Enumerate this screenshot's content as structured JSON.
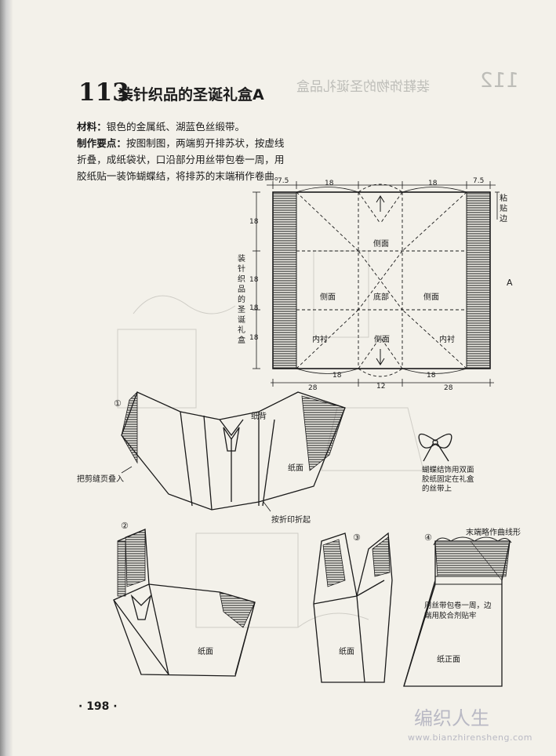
{
  "header": {
    "number": "113",
    "title": "装针织品的圣诞礼盒",
    "title_suffix": "A"
  },
  "ghost": {
    "number": "112",
    "title": "装鞋饰物的圣诞礼品盒"
  },
  "description": {
    "materials_label": "材料：",
    "materials": "银色的金属纸、湖蓝色丝缎带。",
    "method_label": "制作要点：",
    "method": "按图制图，两端剪开排苏状，按虚线折叠，成纸袋状，口沿部分用丝带包卷一周，用胶纸贴一装饰蝴蝶结，将排苏的末端稍作卷曲。"
  },
  "pattern": {
    "top_dims": [
      "7.5",
      "18",
      "18",
      "7.5"
    ],
    "left_dims": [
      "18",
      "18",
      "18",
      "18"
    ],
    "bottom_dims": [
      "28",
      "18",
      "12",
      "18",
      "28"
    ],
    "side_caption": "装针织品的圣诞礼盒",
    "glue_edge": "粘贴边",
    "label_a": "A",
    "panels": {
      "side_top": "侧面",
      "side_left": "侧面",
      "bottom": "底部",
      "side_right": "侧面",
      "lining_left": "内衬",
      "side_bottom": "侧面",
      "lining_right": "内衬"
    }
  },
  "steps": {
    "s1": {
      "number": "①",
      "paper_back": "纸背",
      "paper_face": "纸面",
      "fold_note": "把剪缝页叠入",
      "crease_note": "按折印折起"
    },
    "bow": {
      "note": "蝴蝶结饰用双面胶纸固定在礼盒的丝带上"
    },
    "s2": {
      "number": "②",
      "paper_face": "纸面"
    },
    "s3": {
      "number": "③",
      "paper_face": "纸面"
    },
    "s4": {
      "number": "④",
      "curl_note": "末端略作曲线形",
      "ribbon_note": "用丝带包卷一周，边端用胶合剂贴牢",
      "paper_front": "纸正面"
    }
  },
  "footer": {
    "page_number": "· 198 ·",
    "watermark": "编织人生",
    "watermark_url": "www.bianzhirensheng.com"
  }
}
